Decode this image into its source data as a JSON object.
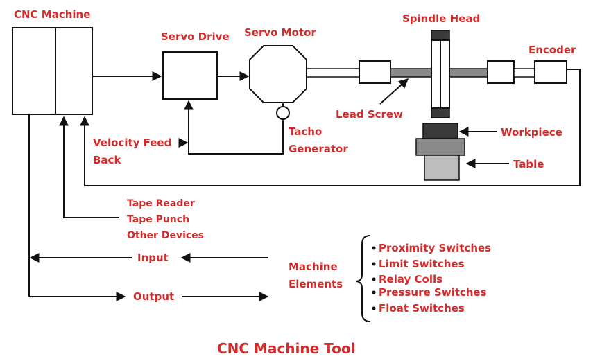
{
  "title": "CNC Machine Tool",
  "colors": {
    "label": "#d42a2a",
    "line": "#111111",
    "dark_block": "#3a3a3a",
    "mid_block": "#8a8a8a",
    "light_block": "#bdbdbd"
  },
  "blocks": {
    "cnc_machine": "CNC Machine",
    "servo_drive": "Servo Drive",
    "servo_motor": "Servo Motor",
    "spindle_head": "Spindle Head",
    "encoder": "Encoder",
    "lead_screw": "Lead Screw",
    "tacho": [
      "Tacho",
      "Generator"
    ],
    "velocity_feedback": [
      "Velocity Feed",
      "Back"
    ],
    "workpiece": "Workpiece",
    "table": "Table"
  },
  "peripherals": [
    "Tape Reader",
    "Tape Punch",
    "Other Devices"
  ],
  "io": {
    "input": "Input",
    "output": "Output"
  },
  "machine_elements": {
    "label": [
      "Machine",
      "Elements"
    ],
    "items": [
      "Proximity Switches",
      "Limit Switches",
      "Relay Colls",
      "Pressure Switches",
      "Float Switches"
    ]
  }
}
